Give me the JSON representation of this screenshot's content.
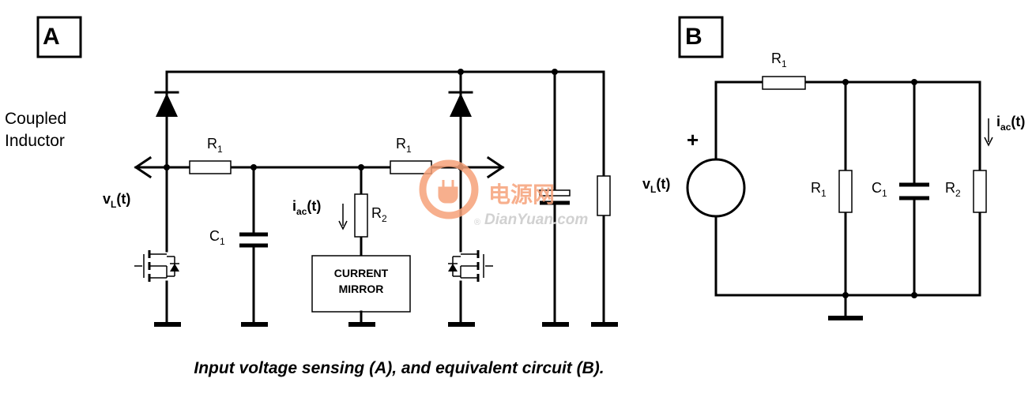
{
  "panel_a": {
    "label": "A",
    "coupled_inductor": [
      "Coupled",
      "Inductor"
    ],
    "vl": {
      "main": "v",
      "sub": "L",
      "tail": "(t)"
    },
    "iac": {
      "main": "i",
      "sub": "ac",
      "tail": "(t)"
    },
    "r1": {
      "main": "R",
      "sub": "1"
    },
    "r2": {
      "main": "R",
      "sub": "2"
    },
    "c1": {
      "main": "C",
      "sub": "1"
    },
    "current_mirror": [
      "CURRENT",
      "MIRROR"
    ]
  },
  "panel_b": {
    "label": "B",
    "source_polarity": "+",
    "vl": {
      "main": "v",
      "sub": "L",
      "tail": "(t)"
    },
    "iac": {
      "main": "i",
      "sub": "ac",
      "tail": "(t)"
    },
    "r1": {
      "main": "R",
      "sub": "1"
    },
    "r2": {
      "main": "R",
      "sub": "2"
    },
    "c1": {
      "main": "C",
      "sub": "1"
    }
  },
  "watermark": {
    "cn": "电源网",
    "en": "DianYuan.com",
    "reg": "®"
  },
  "caption": "Input voltage sensing (A), and equivalent circuit (B).",
  "colors": {
    "wire": "#000000",
    "watermark": "#f6a27a",
    "watermark_text": "#c9c9c9"
  }
}
